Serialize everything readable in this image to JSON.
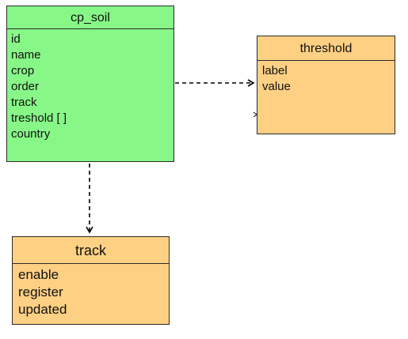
{
  "colors": {
    "primary_entity_fill": "#87f787",
    "related_entity_fill": "#fdd084",
    "border": "#2b2b2b",
    "connector": "#000000"
  },
  "entities": {
    "cp_soil": {
      "title": "cp_soil",
      "attributes": [
        "id",
        "name",
        "crop",
        "order",
        "track",
        "treshold [ ]",
        "country"
      ]
    },
    "threshold": {
      "title": "threshold",
      "attributes": [
        "label",
        "value"
      ]
    },
    "track": {
      "title": "track",
      "attributes": [
        "enable",
        "register",
        "updated"
      ]
    }
  },
  "relations": [
    {
      "from": "cp_soil",
      "to": "threshold",
      "style": "dashed-arrow"
    },
    {
      "from": "cp_soil",
      "to": "track",
      "style": "dashed-arrow"
    }
  ]
}
